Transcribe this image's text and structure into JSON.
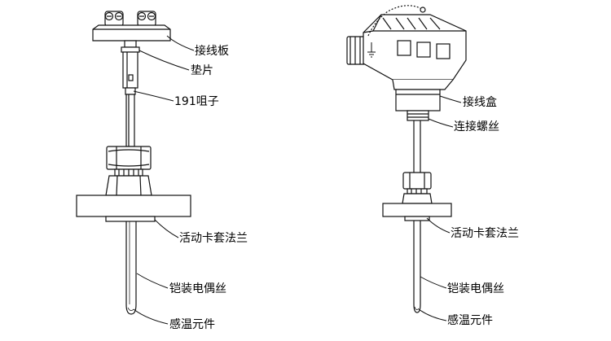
{
  "left_diagram": {
    "labels": {
      "terminal_board": "接线板",
      "gasket": "垫片",
      "stopper": "191咀子",
      "flange": "活动卡套法兰",
      "armored_wire": "铠装电偶丝",
      "sensing_element": "感温元件"
    }
  },
  "right_diagram": {
    "labels": {
      "junction_box": "接线盒",
      "connecting_thread": "连接螺丝",
      "flange": "活动卡套法兰",
      "armored_wire": "铠装电偶丝",
      "sensing_element": "感温元件"
    }
  }
}
